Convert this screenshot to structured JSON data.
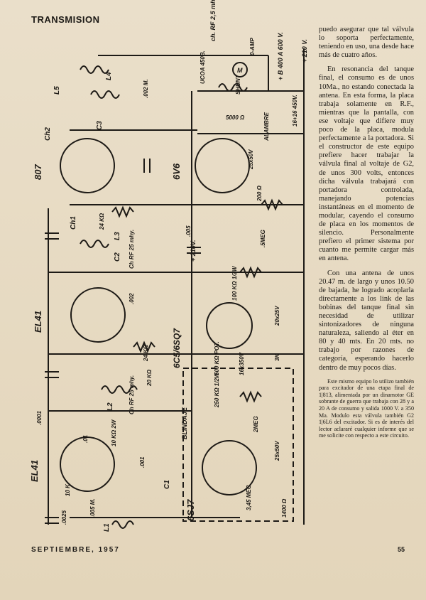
{
  "header": {
    "section_title": "TRANSMISION"
  },
  "footer": {
    "date": "SEPTIEMBRE, 1957",
    "page_number": "55"
  },
  "schematic": {
    "tubes": [
      "807",
      "6V6",
      "EL41",
      "6C5/6SQ7",
      "EL41",
      "6SJ7"
    ],
    "labels": {
      "l5": "L5",
      "l4": "L4",
      "c3": "C3",
      "ch2": "Ch2",
      "l3": "L3",
      "c2": "C2",
      "ch1": "Ch1",
      "l2": "L2",
      "l1": "L1",
      "c1": "C1",
      "rfch_top": "ch. RF 2,5 mhy.",
      "rfch_mid": "Ch RF 25 mhy.",
      "rfch_low": "Ch RF 25 mhy.",
      "meter": "0-AMP",
      "meter_m": "M",
      "shunt": "SHUNT",
      "ucoa": "UCOA 450B.",
      "b400": "+ B 400 A 600 V.",
      "b210_top": "+ 210 V.",
      "b210_mid": "+ 210V.",
      "elec_top": "16+16 450V.",
      "res_5000": "5000 Ω",
      "alambre": "ALAMBRE",
      "c_25x50": "25x50V",
      "res_200": "200 Ω",
      "res_5meg": ".5MEG",
      "c_005": ".005",
      "res_100k": "100 KΩ 1/2W",
      "c_20x25": "20x25V",
      "res_3k": "3K",
      "res_500k": "500 KΩ POT.",
      "c_16x350": "16x350V",
      "blindaje": "BLINDAJE",
      "res_250k": "250 KΩ 1/2W",
      "res_2meg": "2MEG",
      "c_25x50b": "25x50V",
      "res_1400": "1400 Ω",
      "res_3_45meg": "3,45 MEG",
      "res_24k_a": "24 KΩ",
      "res_24k_b": "24 KΩ",
      "res_10k": "10 KΩ 2W",
      "res_20k": "20 KΩ",
      "res_10k_b": "10 K",
      "c_002": ".002 M.",
      "c_002b": ".002",
      "c_001": ".001",
      "c_0001": ".0001",
      "c_005b": ".005 M.",
      "c_0025": ".0025",
      "c_01": ".01"
    }
  },
  "article": {
    "paragraphs": [
      "puedo asegurar que tal válvula lo soporta perfectamente, teniendo en uso, una desde hace más de cuatro años.",
      "En resonancia del tanque final, el consumo es de unos 10Ma., no estando conectada la antena. En esta forma, la placa trabaja solamente en R.F., mientras que la pantalla, con ese voltaje que difiere muy poco de la placa, modula perfectamente a la portadora. Si el constructor de este equipo prefiere hacer trabajar la válvula final al voltaje de G2, de unos 300 volts, entonces dicha válvula trabajará con portadora controlada, manejando potencias instantáneas en el momento de modular, cayendo el consumo de placa en los momentos de silencio. Personalmente prefiero el primer sistema por cuanto me permite cargar más en antena.",
      "Con una antena de unos 20.47 m. de largo y unos 10.50 de bajada, he logrado acoplarla directamente a los link de las bobinas del tanque final sin necesidad de utilizar sintonizadores de ninguna naturaleza, saliendo al éter en 80 y 40 mts. En 20 mts. no trabajo por razones de categoría, esperando hacerlo dentro de muy pocos días."
    ],
    "note": "Este mismo equipo lo utilizo también para excitador de una etapa final de 1|813, alimentada por un dinamotor GE sobrante de guerra que trabaja con 28 y a 20 A de consumo y salida 1000 V. a 350 Ma. Modulo esta válvula también G2 1|6L6 del excitador. Si es de interés del lector aclararé cualquier informe que se me solicite con respecto a este circuito."
  }
}
